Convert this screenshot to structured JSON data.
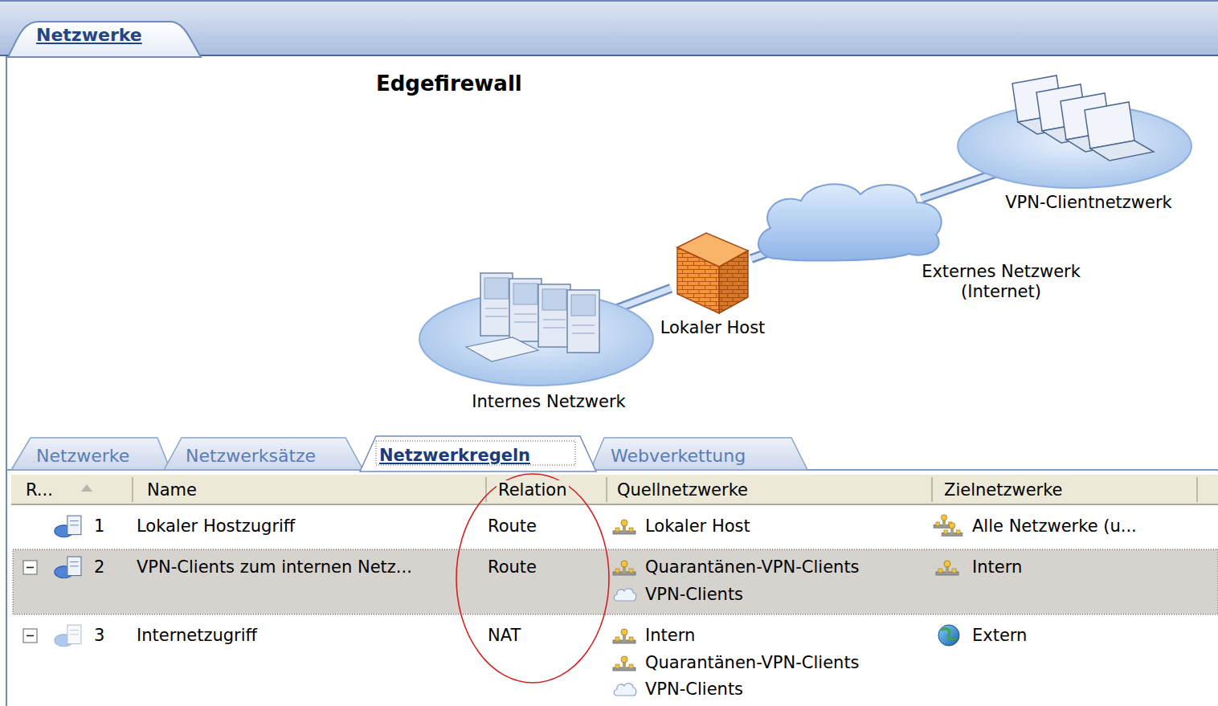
{
  "diagram": {
    "title": "Edgefirewall",
    "nodes": [
      {
        "text": [
          "Internes Netzwerk"
        ]
      },
      {
        "text": [
          "Lokaler Host"
        ]
      },
      {
        "text": [
          "Externes Netzwerk (Internet)"
        ]
      },
      {
        "text": [
          "VPN-Clientnetzwerk"
        ]
      }
    ],
    "edges": [
      {
        "from": 0,
        "to": 1,
        "arrow": "none"
      },
      {
        "from": 1,
        "to": 2,
        "arrow": "none"
      },
      {
        "from": 2,
        "to": 3,
        "arrow": "none"
      }
    ],
    "labels": [
      "Netzwerke",
      "Netzwerke",
      "Netzwerksätze",
      "Netzwerkregeln",
      "Webverkettung",
      "R...",
      "Name",
      "Relation",
      "Quellnetzwerke",
      "Zielnetzwerke",
      "1",
      "Lokaler Hostzugriff",
      "Route",
      "Lokaler Host",
      "Alle Netzwerke (u...",
      "2",
      "VPN-Clients zum internen Netz...",
      "Route",
      "Quarantänen-VPN-Clients",
      "VPN-Clients",
      "Intern",
      "3",
      "Internetzugriff",
      "NAT",
      "Intern",
      "Quarantänen-VPN-Clients",
      "VPN-Clients",
      "Extern"
    ]
  }
}
